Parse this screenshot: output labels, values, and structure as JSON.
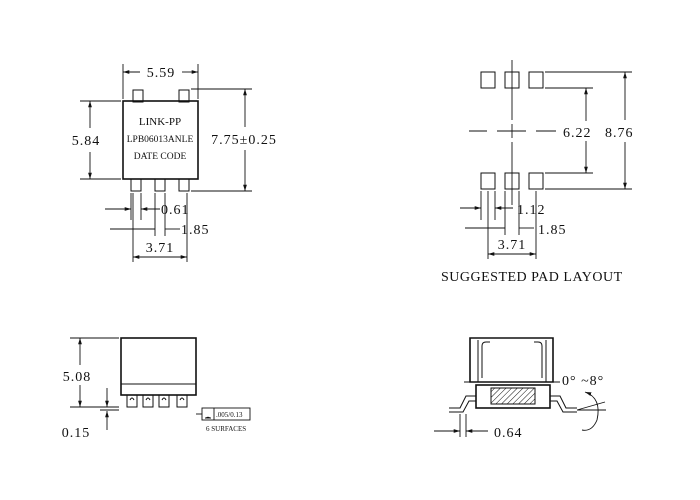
{
  "top_view": {
    "brand": "LINK-PP",
    "part_number": "LPB06013ANLE",
    "date_code": "DATE CODE",
    "width": "5.59",
    "body_height": "5.84",
    "total_height": "7.75±0.25",
    "pin_width": "0.61",
    "pin_pitch": "1.85",
    "pin_span": "3.71"
  },
  "pad_layout": {
    "title": "SUGGESTED PAD LAYOUT",
    "inner_span": "6.22",
    "outer_span": "8.76",
    "pad_width": "1.12",
    "pad_pitch": "1.85",
    "pad_span": "3.71"
  },
  "side_view": {
    "height": "5.08",
    "standoff": "0.15",
    "flatness": ".005/0.13",
    "surfaces": "6 SURFACES"
  },
  "end_view": {
    "angle": "0° ~8°",
    "lead_thickness": "0.64"
  }
}
